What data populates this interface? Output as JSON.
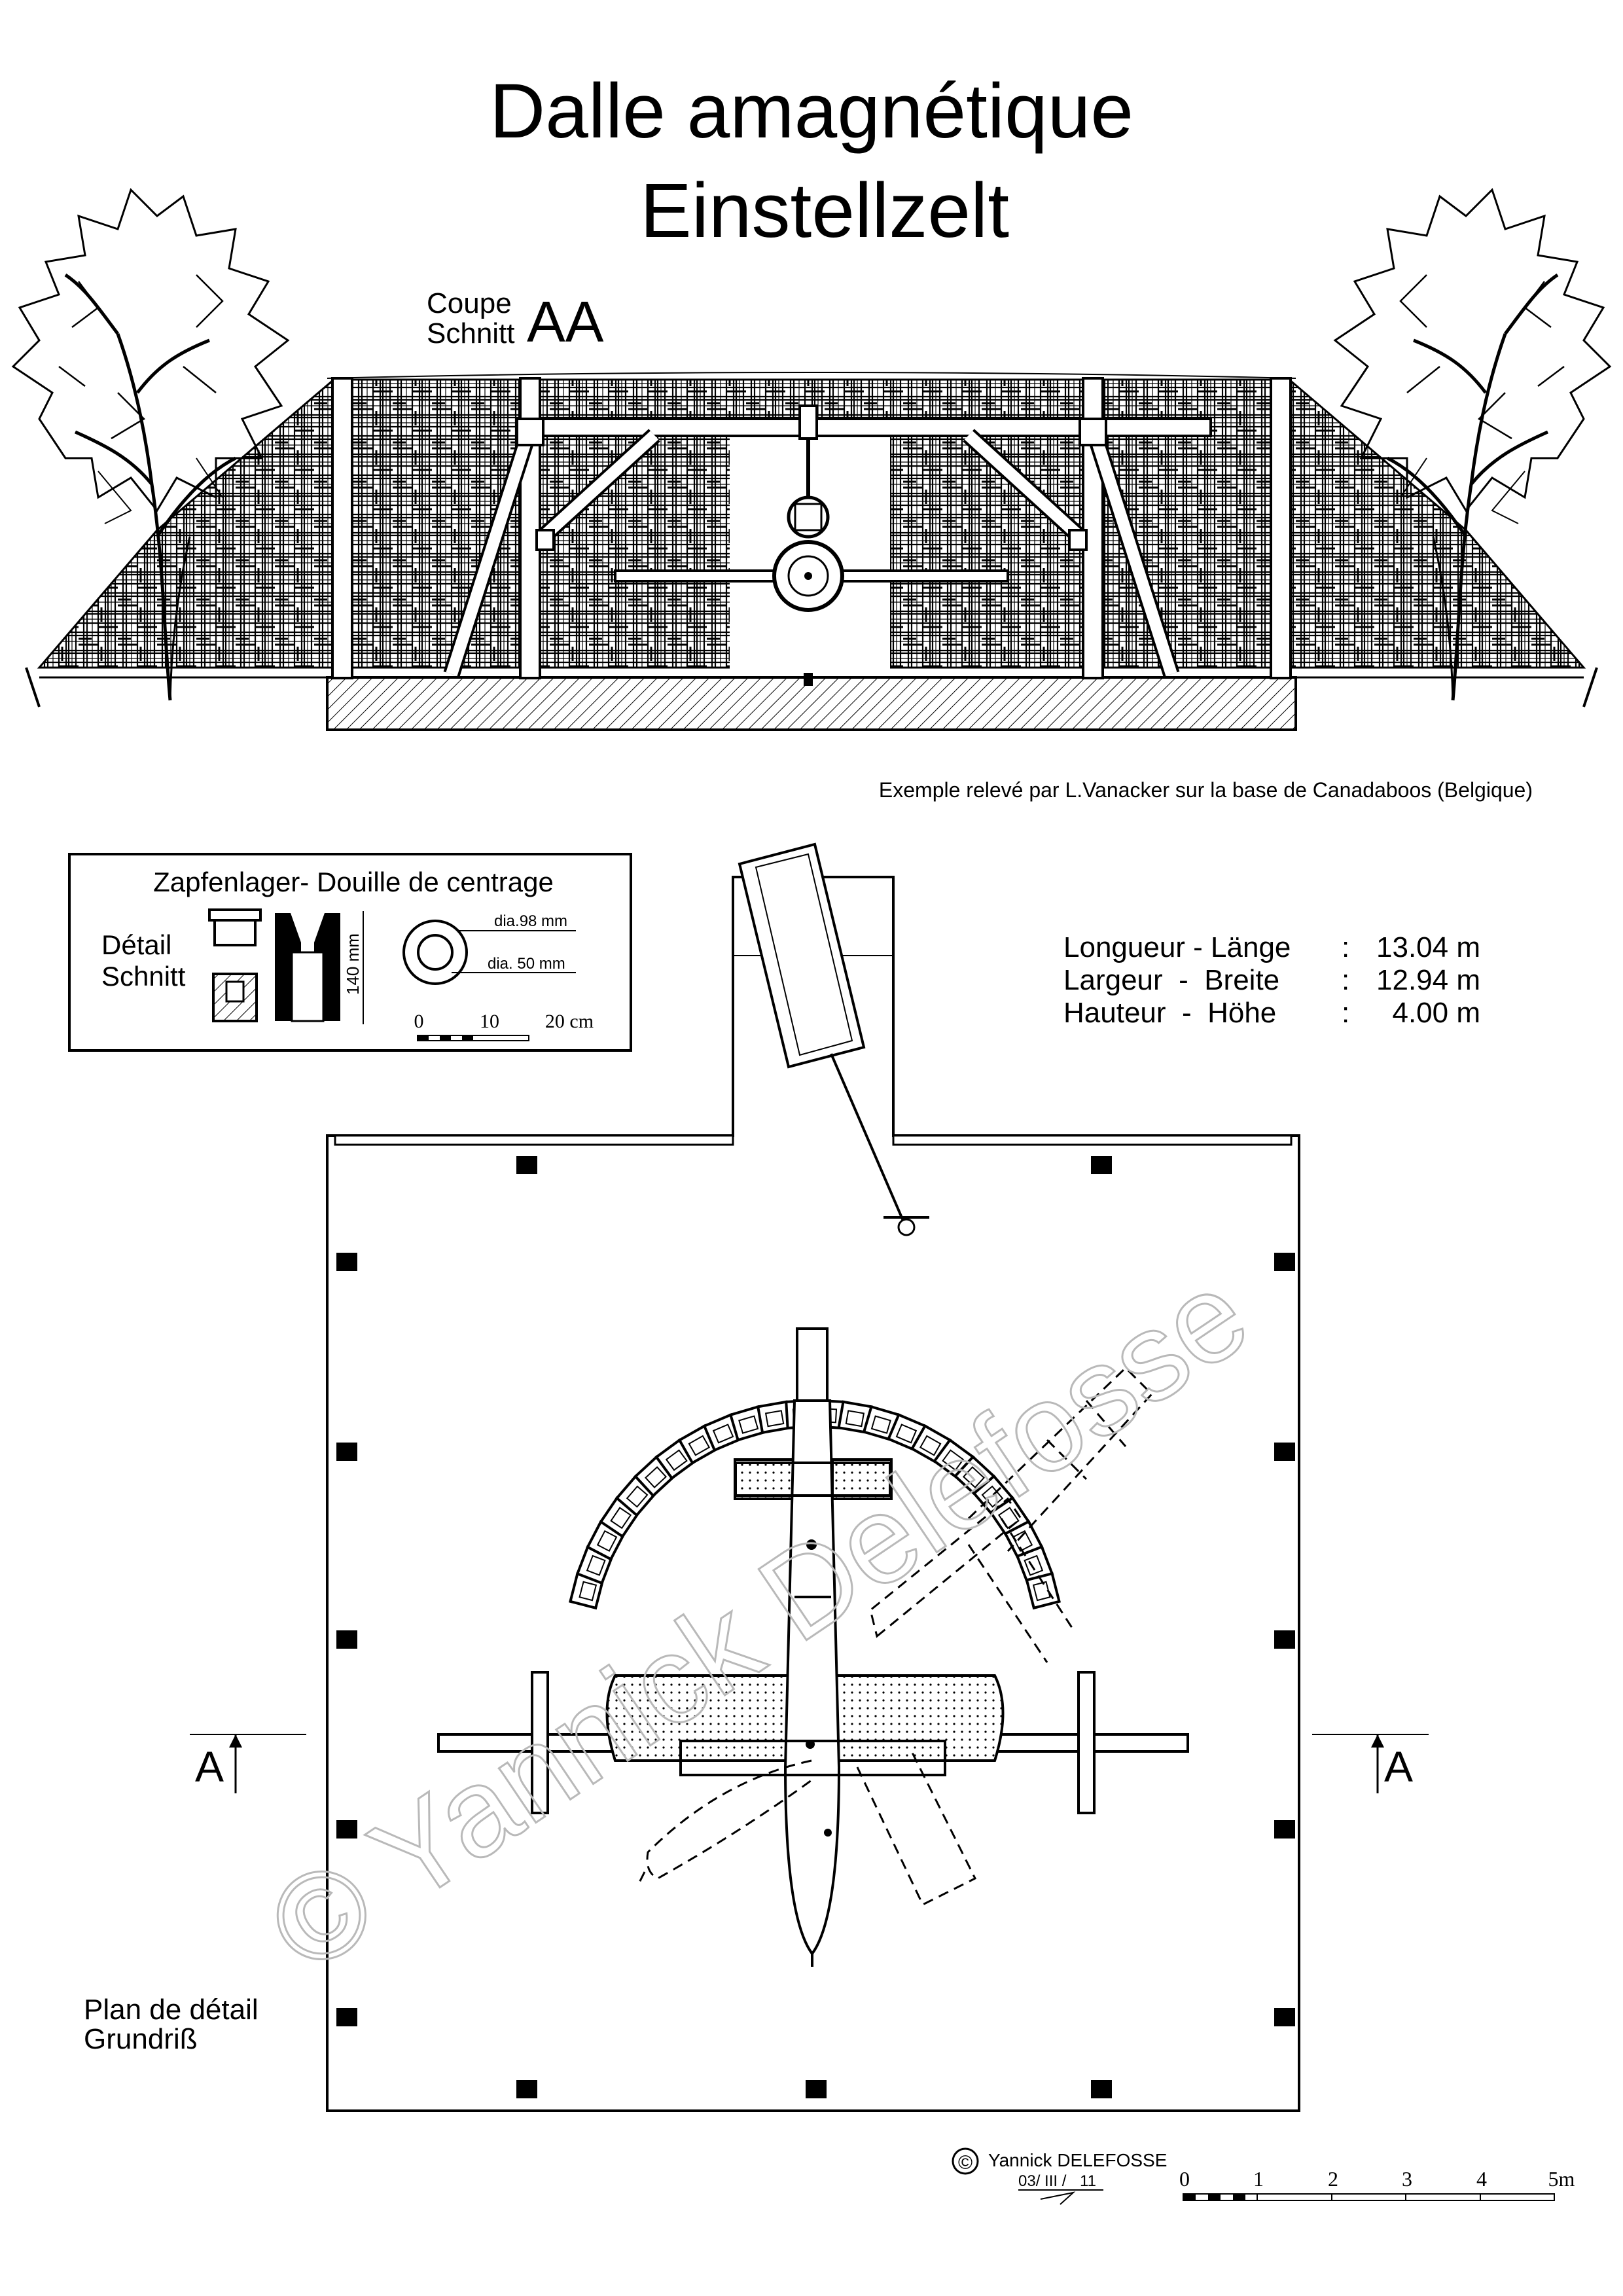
{
  "title": {
    "line1": "Dalle amagnétique",
    "line2": "Einstellzelt"
  },
  "section": {
    "label_fr": "Coupe",
    "label_de": "Schnitt",
    "id": "AA"
  },
  "source_note": "Exemple relevé par L.Vanacker sur la base de Canadaboos (Belgique)",
  "detail_box": {
    "title": "Zapfenlager- Douille de centrage",
    "label_fr": "Détail",
    "label_de": "Schnitt",
    "height_dim": "140 mm",
    "outer_dia": "dia.98 mm",
    "inner_dia": "dia. 50 mm",
    "scale_ticks": [
      "0",
      "10",
      "20 cm"
    ]
  },
  "dimensions": {
    "rows": [
      {
        "label": "Longueur - Länge",
        "sep": ":",
        "value": "13.04 m"
      },
      {
        "label": "Largeur  -  Breite",
        "sep": ":",
        "value": "12.94 m"
      },
      {
        "label": "Hauteur  -  Höhe",
        "sep": ":",
        "value": "4.00 m"
      }
    ]
  },
  "section_markers": {
    "left": "A",
    "right": "A"
  },
  "plan_label": {
    "line1": "Plan de détail",
    "line2": "Grundriß"
  },
  "watermark": "© Yannick Delefosse",
  "signature": {
    "copyright_symbol": "©",
    "author": "Yannick DELEFOSSE",
    "date": "03/ III /",
    "year": "11"
  },
  "main_scale": {
    "ticks": [
      "0",
      "1",
      "2",
      "3",
      "4",
      "5m"
    ]
  },
  "icons": {
    "trees": "tree-icon",
    "copyright": "copyright-icon",
    "section-arrow": "arrow-up-icon"
  },
  "colors": {
    "ink": "#000000",
    "watermark": "#b9b9b9",
    "paper": "#ffffff"
  }
}
